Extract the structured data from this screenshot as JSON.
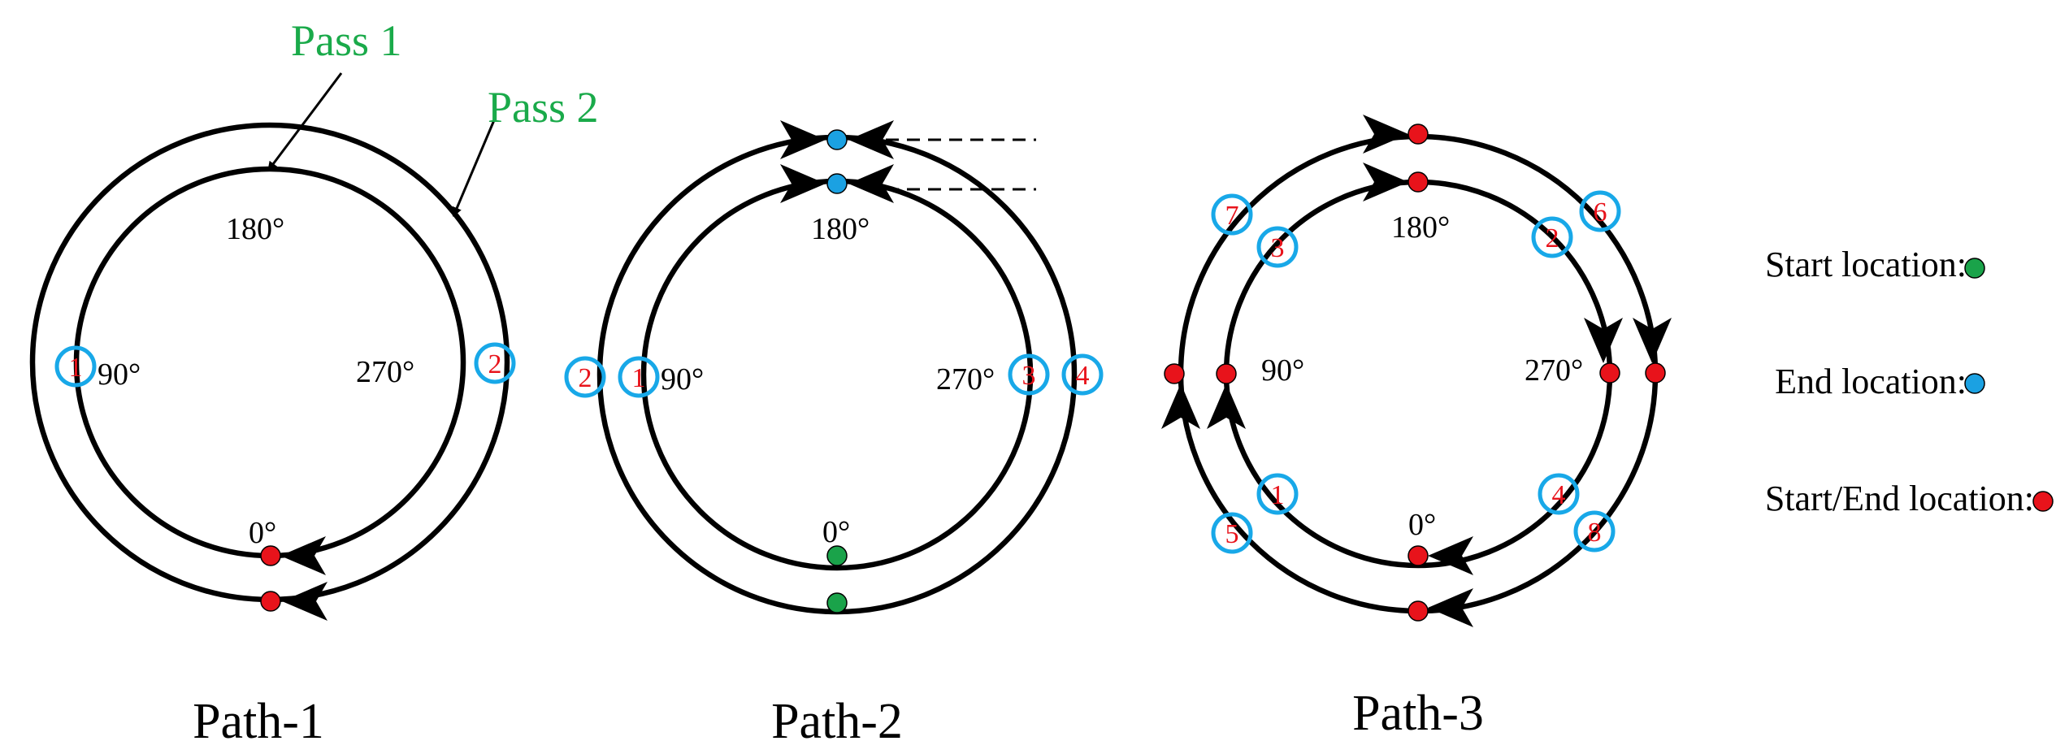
{
  "colors": {
    "start": "#1aa34a",
    "end": "#1ba1e2",
    "start_end": "#e8131b",
    "pass_label": "#1aaa4a",
    "marker_ring": "#18a8e8",
    "marker_number": "#e8131b"
  },
  "annotations": {
    "pass1": "Pass 1",
    "pass2": "Pass 2"
  },
  "angles": {
    "a180": "180°",
    "a90": "90°",
    "a270": "270°",
    "a0": "0°"
  },
  "paths": [
    {
      "title": "Path-1",
      "markers": [
        "1",
        "2"
      ]
    },
    {
      "title": "Path-2",
      "markers": [
        "2",
        "1",
        "3",
        "4"
      ]
    },
    {
      "title": "Path-3",
      "markers": [
        "7",
        "3",
        "2",
        "6",
        "1",
        "5",
        "4",
        "8"
      ]
    }
  ],
  "legend": {
    "start": "Start location:",
    "end": "End location:",
    "start_end": "Start/End location:"
  }
}
